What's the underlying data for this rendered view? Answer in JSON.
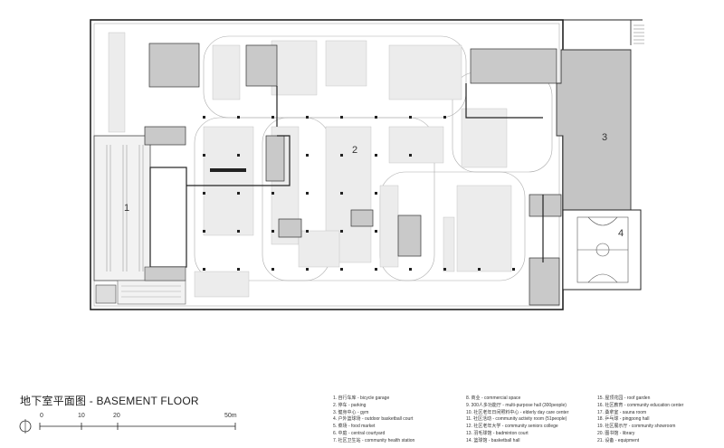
{
  "title": "地下室平面图 - BASEMENT FLOOR",
  "zone_labels": [
    "1",
    "2",
    "3",
    "4"
  ],
  "scale_ticks": [
    "0",
    "10",
    "20",
    "50m"
  ],
  "legend": [
    "1. 自行车库 - bicycle garage",
    "2. 停车 - parking",
    "3. 健身中心 - gym",
    "4. 户外篮球场 - outdoor basketball court",
    "5. 菜场 - food market",
    "6. 中庭 - central courtyard",
    "7. 社区卫生站 - community health station",
    "8. 商业 - commercial space",
    "9. 300人多功能厅 - multi-purpose hall (300people)",
    "10. 社区老年日间照料中心 - elderly day care center",
    "11. 社区活动 - community activity room (51people)",
    "12. 社区老年大学 - community seniors college",
    "13. 羽毛球馆 - badminton court",
    "14. 篮球馆 - basketball hall",
    "15. 屋顶花园 - roof garden",
    "16. 社区教育 - community education center",
    "17. 桑拿室 - sauna room",
    "18. 乒乓球 - pingpong hall",
    "19. 社区展示厅 - community showroom",
    "20. 图书馆 - library",
    "21. 设备 - equipment"
  ],
  "colors": {
    "wall": "#222222",
    "room_fill": "#c9c9c9",
    "light_fill": "#eeeeee",
    "line": "#555555"
  }
}
